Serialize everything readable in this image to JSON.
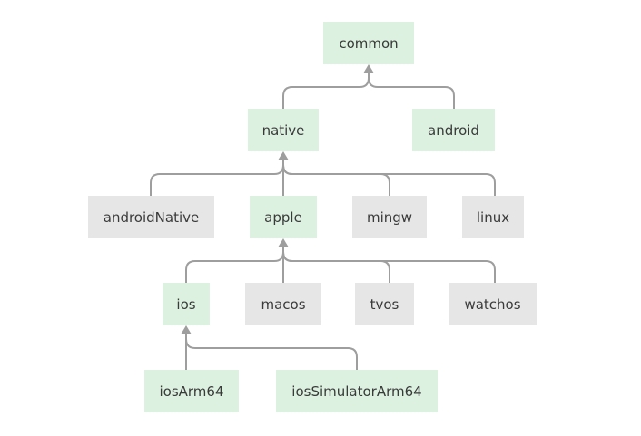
{
  "diagram": {
    "nodes": {
      "common": "common",
      "native": "native",
      "android": "android",
      "androidNative": "androidNative",
      "apple": "apple",
      "mingw": "mingw",
      "linux": "linux",
      "ios": "ios",
      "macos": "macos",
      "tvos": "tvos",
      "watchos": "watchos",
      "iosArm64": "iosArm64",
      "iosSimulatorArm64": "iosSimulatorArm64"
    },
    "edges": [
      {
        "from": "native",
        "to": "common"
      },
      {
        "from": "android",
        "to": "common"
      },
      {
        "from": "androidNative",
        "to": "native"
      },
      {
        "from": "apple",
        "to": "native"
      },
      {
        "from": "mingw",
        "to": "native"
      },
      {
        "from": "linux",
        "to": "native"
      },
      {
        "from": "ios",
        "to": "apple"
      },
      {
        "from": "macos",
        "to": "apple"
      },
      {
        "from": "tvos",
        "to": "apple"
      },
      {
        "from": "watchos",
        "to": "apple"
      },
      {
        "from": "iosArm64",
        "to": "ios"
      },
      {
        "from": "iosSimulatorArm64",
        "to": "ios"
      }
    ],
    "colors": {
      "shared_node": "#dcf1df",
      "platform_node": "#e6e6e6",
      "edge": "#9e9e9e",
      "text": "#3a3a3a"
    }
  }
}
